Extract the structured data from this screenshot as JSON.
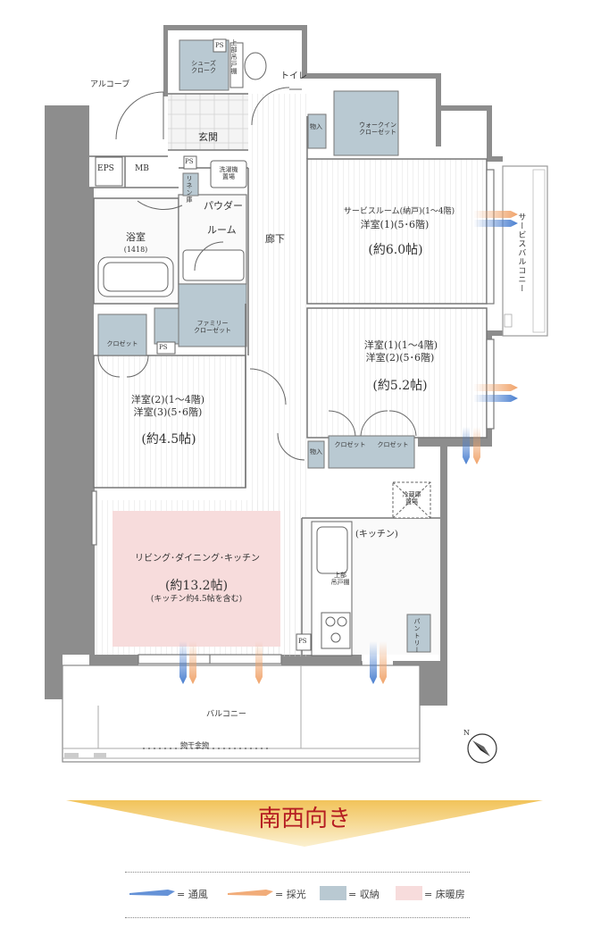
{
  "rooms": {
    "alcove": "アルコーブ",
    "eps": "EPS",
    "mb": "MB",
    "ps_top": "PS",
    "ps_entry": "PS",
    "ps_family": "PS",
    "ps_kitchen": "PS",
    "shoes_closet": "シューズ\nクローク",
    "upper_cabinet_toilet": "上部吊戸棚",
    "toilet": "トイレ",
    "entrance": "玄関",
    "storage_hall": "物入",
    "walkin_closet": "ウォークイン\nクローゼット",
    "laundry": "洗濯機\n置場",
    "linen": "リネン庫",
    "powder": "パウダー",
    "powder_room": "ルーム",
    "bath": "浴室",
    "bath_size": "(1418)",
    "corridor": "廊下",
    "service_room_line1": "サービスルーム(納戸)(1〜4階)",
    "service_room_line2": "洋室(1)(5･6階)",
    "service_room_size": "(約6.0帖)",
    "service_balcony": "サービスバルコニー",
    "family_closet": "ファミリー\nクローゼット",
    "closet_left": "クロゼット",
    "western1_line1": "洋室(1)(1〜4階)",
    "western1_line2": "洋室(2)(5･6階)",
    "western1_size": "(約5.2帖)",
    "western2_line1": "洋室(2)(1〜4階)",
    "western2_line2": "洋室(3)(5･6階)",
    "western2_size": "(約4.5帖)",
    "storage_small": "物入",
    "closet_a": "クロゼット",
    "closet_b": "クロゼット",
    "fridge": "冷蔵庫\n置場",
    "kitchen": "(キッチン)",
    "upper_cabinet_kitchen": "上部\n吊戸棚",
    "pantry": "パントリー",
    "ldk_line1": "リビング･ダイニング･キッチン",
    "ldk_size": "(約13.2帖)",
    "ldk_note": "(キッチン約4.5帖を含む)",
    "balcony": "バルコニー",
    "drying": "物干金物"
  },
  "compass": "N",
  "direction": "南西向き",
  "legend": [
    {
      "swatch": "ventilation",
      "label": "= 通風"
    },
    {
      "swatch": "daylight",
      "label": "= 採光"
    },
    {
      "swatch": "storage",
      "label": "= 収納"
    },
    {
      "swatch": "floor_heating",
      "label": "= 床暖房"
    }
  ],
  "colors": {
    "wall": "#8d8d8d",
    "storage": "#b9c9d2",
    "floor_heating": "#f7dcdc",
    "ventilation": "#4a7fd0",
    "daylight": "#f0a36a",
    "direction_text": "#b51d22",
    "direction_gradient_top": "#f2c35a",
    "direction_gradient_bottom": "#f7e8b8"
  }
}
